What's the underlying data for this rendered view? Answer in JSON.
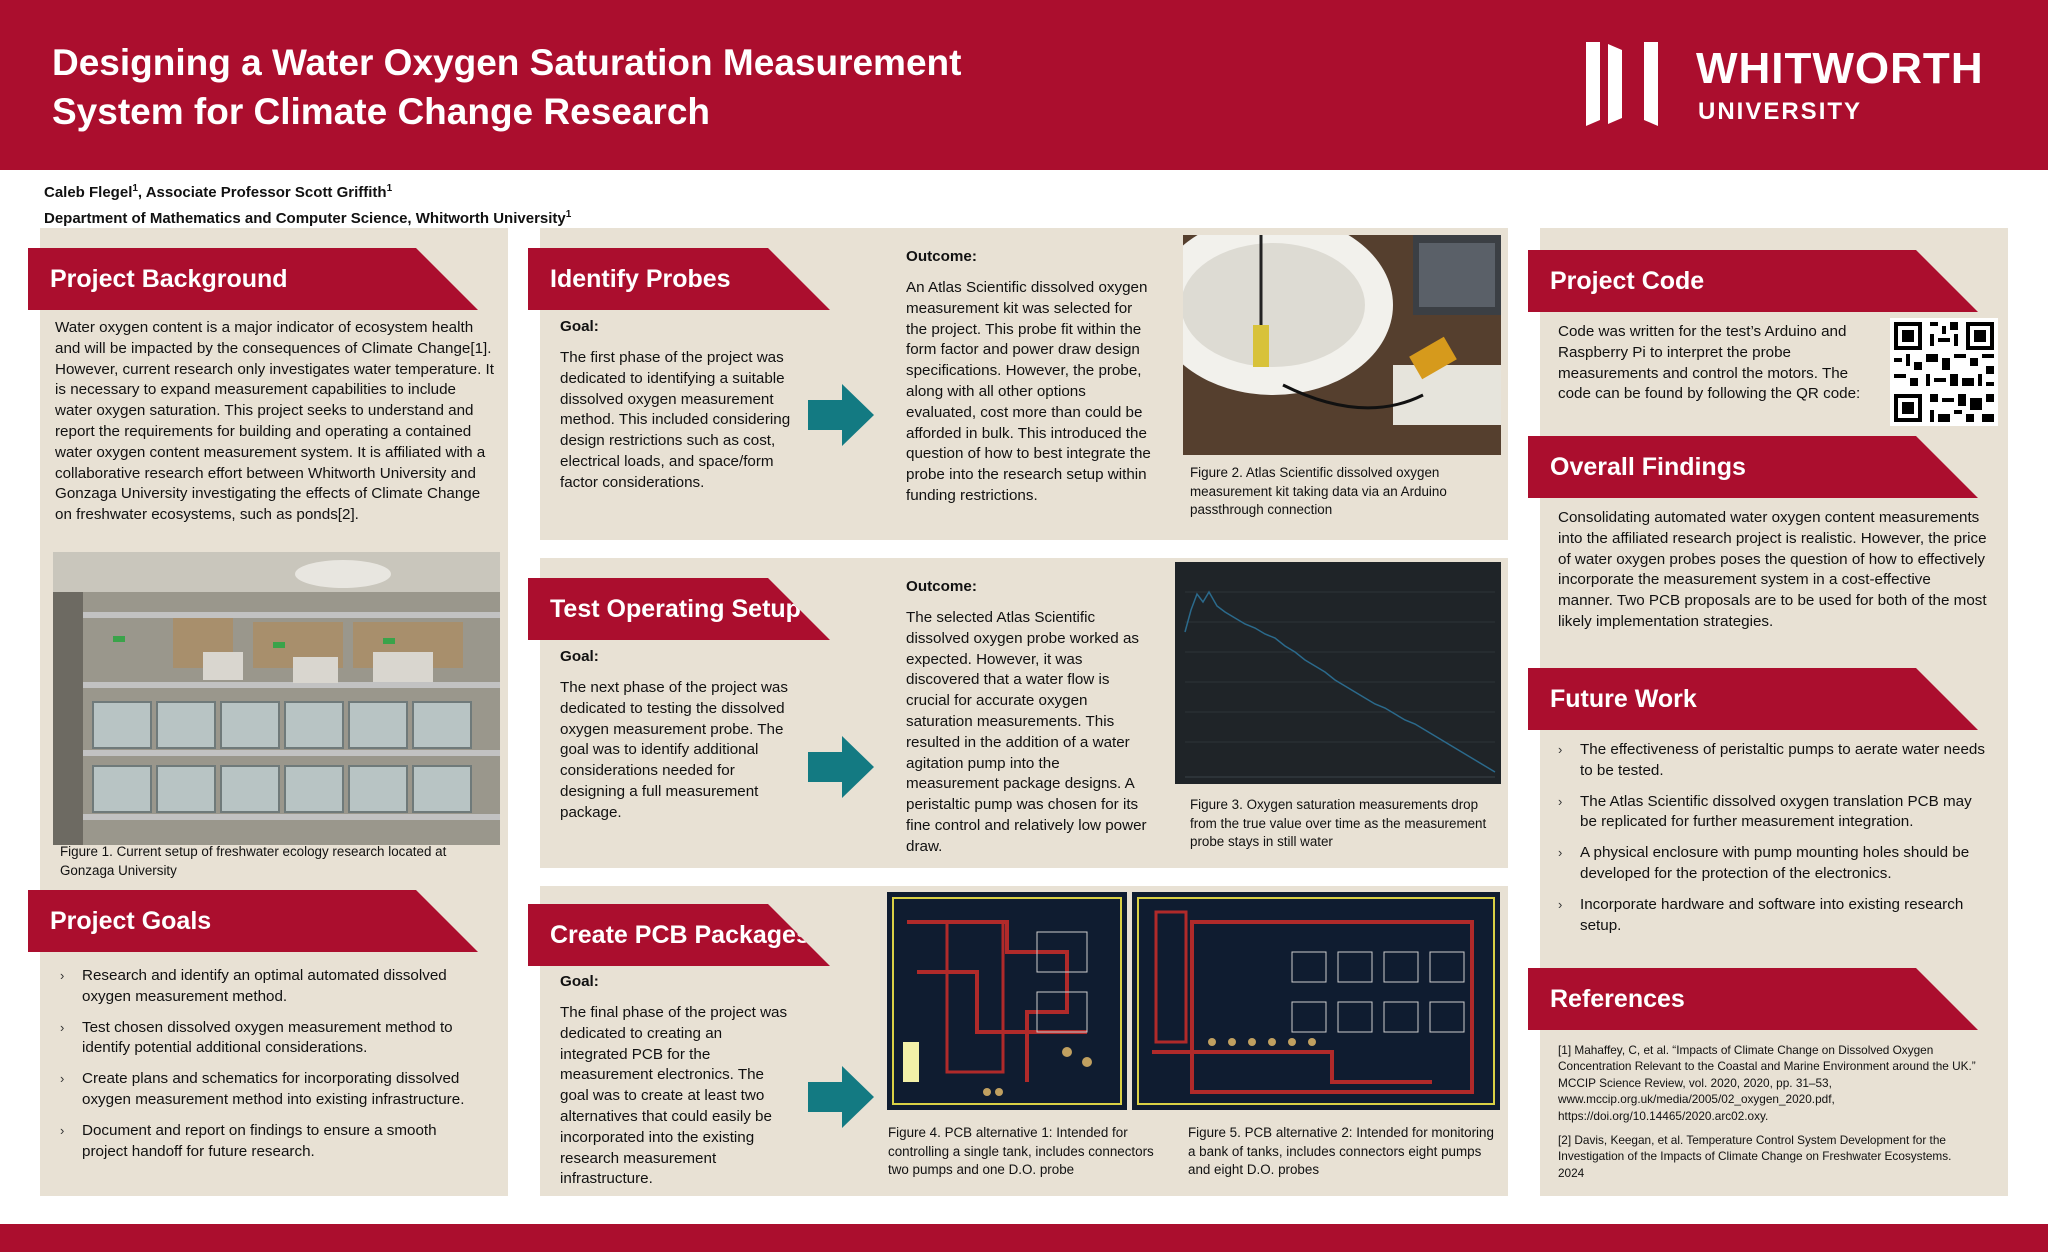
{
  "header": {
    "title_line1": "Designing a Water Oxygen Saturation Measurement",
    "title_line2": "System for Climate Change Research",
    "logo_name": "WHITWORTH",
    "logo_sub": "UNIVERSITY"
  },
  "authors": {
    "names": "Caleb Flegel",
    "sup1": "1",
    "names2": ", Associate Professor Scott Griffith",
    "sup2": "1",
    "department": "Department of Mathematics and Computer Science, Whitworth University",
    "sup3": "1"
  },
  "background": {
    "heading": "Project Background",
    "text": "Water oxygen content is a major indicator of ecosystem health and will be impacted by the consequences of Climate Change[1]. However, current research only investigates water temperature. It is necessary to expand measurement capabilities to include water oxygen saturation. This project seeks to understand and report the requirements for building and operating a contained water oxygen content measurement system. It is affiliated with a collaborative research effort between Whitworth University and Gonzaga University investigating the effects of Climate Change on freshwater ecosystems, such as ponds[2].",
    "fig1_caption": "Figure 1. Current setup of freshwater ecology research located at Gonzaga University"
  },
  "goals": {
    "heading": "Project Goals",
    "items": [
      "Research and identify an optimal automated dissolved oxygen measurement method.",
      "Test chosen dissolved oxygen measurement method to identify potential additional considerations.",
      "Create plans and schematics for incorporating dissolved oxygen measurement method into existing infrastructure.",
      "Document and report on findings to ensure a smooth project handoff for future research."
    ]
  },
  "probes": {
    "heading": "Identify Probes",
    "goal_label": "Goal:",
    "goal_text": "The first phase of the project was dedicated to identifying a suitable dissolved oxygen measurement method.  This included considering design restrictions such as cost, electrical loads, and space/form factor considerations.",
    "outcome_label": "Outcome:",
    "outcome_text": "An Atlas Scientific dissolved oxygen measurement kit was selected for the project. This probe fit within the form factor and power draw design specifications. However, the probe, along with all other options evaluated, cost more than could be afforded in bulk. This introduced the question of how to best integrate the probe into the research setup within funding restrictions.",
    "fig2_caption": "Figure 2. Atlas Scientific dissolved oxygen measurement kit taking data via an Arduino passthrough connection"
  },
  "setup": {
    "heading": "Test Operating Setup",
    "goal_label": "Goal:",
    "goal_text": "The next phase of the project was dedicated to testing the dissolved oxygen measurement probe. The goal was to identify additional considerations needed for designing a full measurement package.",
    "outcome_label": "Outcome:",
    "outcome_text": "The selected Atlas Scientific dissolved oxygen probe worked as expected. However, it was discovered that a water flow is crucial for accurate oxygen saturation measurements. This resulted in the addition of a water agitation pump into the measurement package designs. A peristaltic pump was chosen for its fine control and relatively low power draw.",
    "fig3_caption": "Figure 3. Oxygen saturation measurements drop from the true value over time as the measurement probe stays in still water"
  },
  "pcb": {
    "heading": "Create PCB Packages",
    "goal_label": "Goal:",
    "goal_text": "The final phase of the project was dedicated to creating an integrated PCB for the measurement electronics. The goal was to create at least two alternatives that could easily be incorporated into the existing research measurement infrastructure.",
    "fig4_caption": "Figure 4. PCB alternative 1: Intended for controlling a single tank, includes connectors two pumps and one D.O. probe",
    "fig5_caption": "Figure 5. PCB alternative 2: Intended for monitoring a bank of tanks, includes connectors eight pumps and eight D.O. probes"
  },
  "code": {
    "heading": "Project Code",
    "text": "Code was written for the test’s Arduino and Raspberry Pi to interpret the probe measurements and control the motors. The code can be found by following the QR code:"
  },
  "findings": {
    "heading": "Overall Findings",
    "text": "Consolidating automated water oxygen content measurements into the affiliated research project is realistic. However, the price of water oxygen probes poses the question of how to effectively incorporate the measurement system in a cost-effective manner. Two PCB proposals are to be used for both of the most likely implementation strategies."
  },
  "future": {
    "heading": "Future Work",
    "items": [
      "The effectiveness of peristaltic pumps to aerate water needs to be tested.",
      "The Atlas Scientific dissolved oxygen translation PCB may be replicated for further measurement integration.",
      "A physical enclosure with pump mounting holes should be developed for the protection of the electronics.",
      "Incorporate hardware and software into existing research setup."
    ]
  },
  "references": {
    "heading": "References",
    "ref1": "[1] Mahaffey, C, et al. “Impacts of Climate Change on Dissolved Oxygen Concentration Relevant to the Coastal and Marine Environment around the UK.” MCCIP Science Review, vol. 2020, 2020, pp. 31–53, www.mccip.org.uk/media/2005/02_oxygen_2020.pdf, https://doi.org/10.14465/2020.arc02.oxy.",
    "ref2": "[2] Davis, Keegan, et al. Temperature Control System Development for the Investigation of the Impacts of Climate Change on Freshwater Ecosystems. 2024"
  },
  "colors": {
    "brand_red": "#ab0e2e",
    "panel_beige": "#e8e1d4",
    "arrow_teal": "#137a82",
    "plot_bg": "#1f2428",
    "plot_line": "#2b6a8c"
  },
  "icons": {
    "arrow": "right-arrow-icon",
    "bullet": "chevron-right-icon",
    "logo": "whitworth-logo-icon",
    "qr": "qr-code-icon"
  },
  "bullet_glyph": "›"
}
